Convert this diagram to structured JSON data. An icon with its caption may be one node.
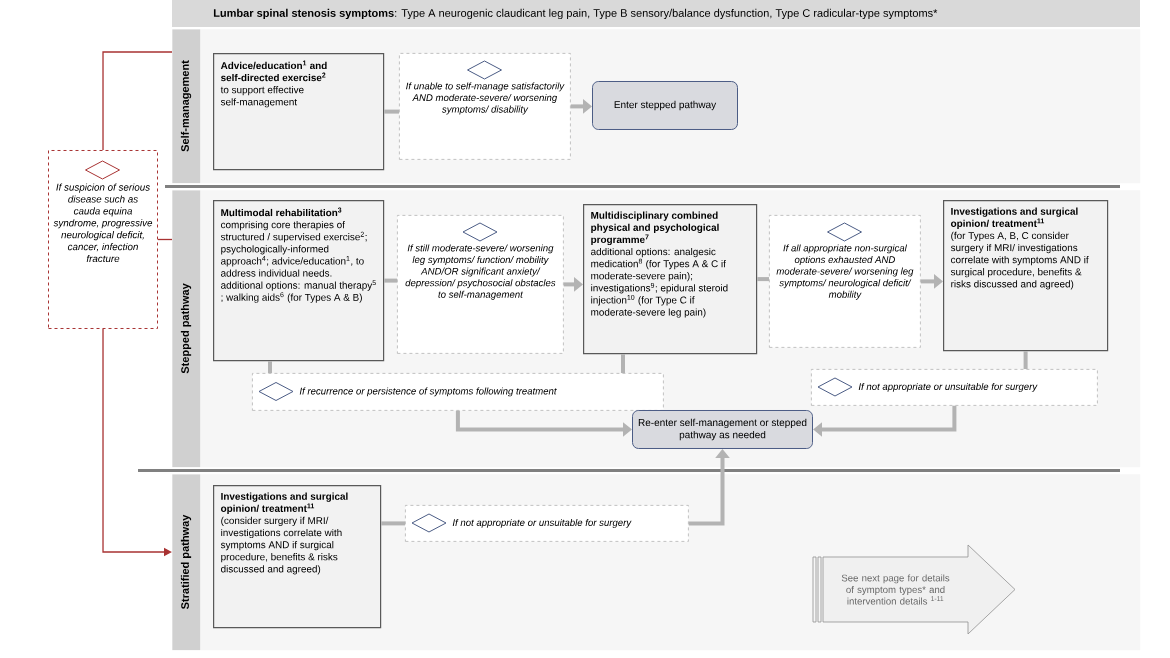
{
  "diagram": {
    "title": "**Lumbar spinal stenosis symptoms**: Type A neurogenic claudicant leg pain, Type B sensory/balance dysfunction, Type C radicular-type symptoms*",
    "nodes": [
      {
        "text": [
          "Self-management"
        ]
      },
      {
        "text": [
          "Stepped pathway"
        ]
      },
      {
        "text": [
          "Stratified pathway"
        ]
      },
      {
        "text": [
          "If suspicion of serious disease such as cauda equina syndrome, progressive neurological deficit, cancer, infection fracture"
        ]
      },
      {
        "text": [
          "Advice/education$^{1}$ and self-directed exercise$^{2}$",
          "to support effective self-management"
        ],
        "in": 0
      },
      {
        "text": [
          "If unable to self-manage satisfactorily AND moderate-severe/ worsening symptoms/ disability"
        ],
        "in": 0
      },
      {
        "text": [
          "Enter stepped pathway"
        ],
        "in": 0
      },
      {
        "text": [
          "Multimodal rehabilitation$^{3}$",
          "comprising core therapies of structured / supervised exercise$^{2}$; psychologically-informed approach$^{4}$; advice/education$^{1}$, to address individual needs. additional options: manual therapy$^{5}$ ; walking aids$^{6}$ (for Types A & B)"
        ],
        "in": 1
      },
      {
        "text": [
          "If still moderate-severe/ worsening leg symptoms/ function/ mobility AND/OR significant anxiety/ depression/ psychosocial obstacles to self-management"
        ],
        "in": 1
      },
      {
        "text": [
          "Multidisciplinary combined physical and psychological programme$^{7}$",
          "additional options: analgesic medication$^{8}$ (for Types A & C if moderate-severe pain); investigations$^{9}$; epidural steroid injection$^{10}$ (for Type C if moderate-severe leg pain)"
        ],
        "in": 1
      },
      {
        "text": [
          "If all appropriate non-surgical options exhausted AND moderate-severe/ worsening leg symptoms/ neurological deficit/ mobility"
        ],
        "in": 1
      },
      {
        "text": [
          "Investigations and surgical opinion/ treatment$^{11}$",
          "(for Types A, B, C consider surgery if MRI/ investigations correlate with symptoms AND if surgical procedure, benefits & risks discussed and agreed)"
        ],
        "in": 1
      },
      {
        "text": [
          "If recurrence or persistence of symptoms following treatment"
        ],
        "in": 1
      },
      {
        "text": [
          "If not appropriate or unsuitable for surgery"
        ],
        "in": 1
      },
      {
        "text": [
          "Re-enter self-management or stepped pathway as needed"
        ],
        "in": 1
      },
      {
        "text": [
          "Investigations and surgical opinion/ treatment$^{11}$",
          "(consider surgery if MRI/ investigations correlate with symptoms AND if surgical procedure, benefits & risks discussed and agreed)"
        ],
        "in": 2
      },
      {
        "text": [
          "If not appropriate or unsuitable for surgery"
        ],
        "in": 2
      },
      {
        "text": [
          "See next page for details of symptom types* and intervention details $^{1-11}$"
        ],
        "in": 2
      }
    ],
    "edges": [
      {
        "from": 3,
        "to": 0,
        "arrow": "none",
        "color": "#a83232"
      },
      {
        "from": 3,
        "to": 1,
        "arrow": "none",
        "color": "#a83232"
      },
      {
        "from": 3,
        "to": 2,
        "arrow": "to",
        "color": "#a83232"
      },
      {
        "from": 4,
        "to": 5,
        "arrow": "none"
      },
      {
        "from": 5,
        "to": 6,
        "arrow": "to"
      },
      {
        "from": 7,
        "to": 8,
        "arrow": "none"
      },
      {
        "from": 8,
        "to": 9,
        "arrow": "to"
      },
      {
        "from": 9,
        "to": 10,
        "arrow": "none"
      },
      {
        "from": 10,
        "to": 11,
        "arrow": "to"
      },
      {
        "from": 7,
        "to": 12,
        "arrow": "none"
      },
      {
        "from": 9,
        "to": 12,
        "arrow": "none"
      },
      {
        "from": 12,
        "to": 14,
        "arrow": "to"
      },
      {
        "from": 11,
        "to": 13,
        "arrow": "none"
      },
      {
        "from": 13,
        "to": 14,
        "arrow": "to"
      },
      {
        "from": 15,
        "to": 16,
        "arrow": "none"
      },
      {
        "from": 16,
        "to": 14,
        "arrow": "to"
      }
    ]
  }
}
